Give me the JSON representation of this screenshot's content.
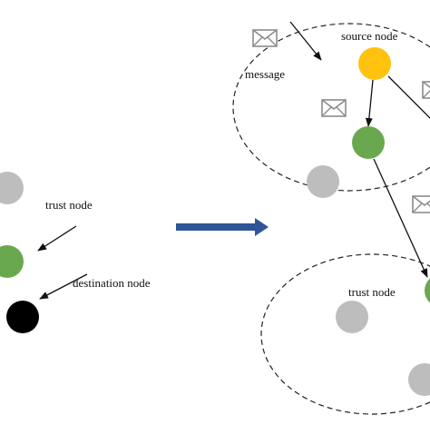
{
  "colors": {
    "source": "#FFC20E",
    "trust": "#6AA84F",
    "untrusted": "#BDBDBD",
    "destination": "#000000",
    "transition_arrow": "#2F5597",
    "line": "#111111",
    "envelope": "#8C8C8C"
  },
  "legend": {
    "trust_label": "trust node",
    "destination_label": "destination node"
  },
  "network": {
    "source_label": "source node",
    "message_label": "message",
    "trust_label": "trust node"
  },
  "icons": [
    "envelope-icon",
    "right-arrow-icon"
  ]
}
